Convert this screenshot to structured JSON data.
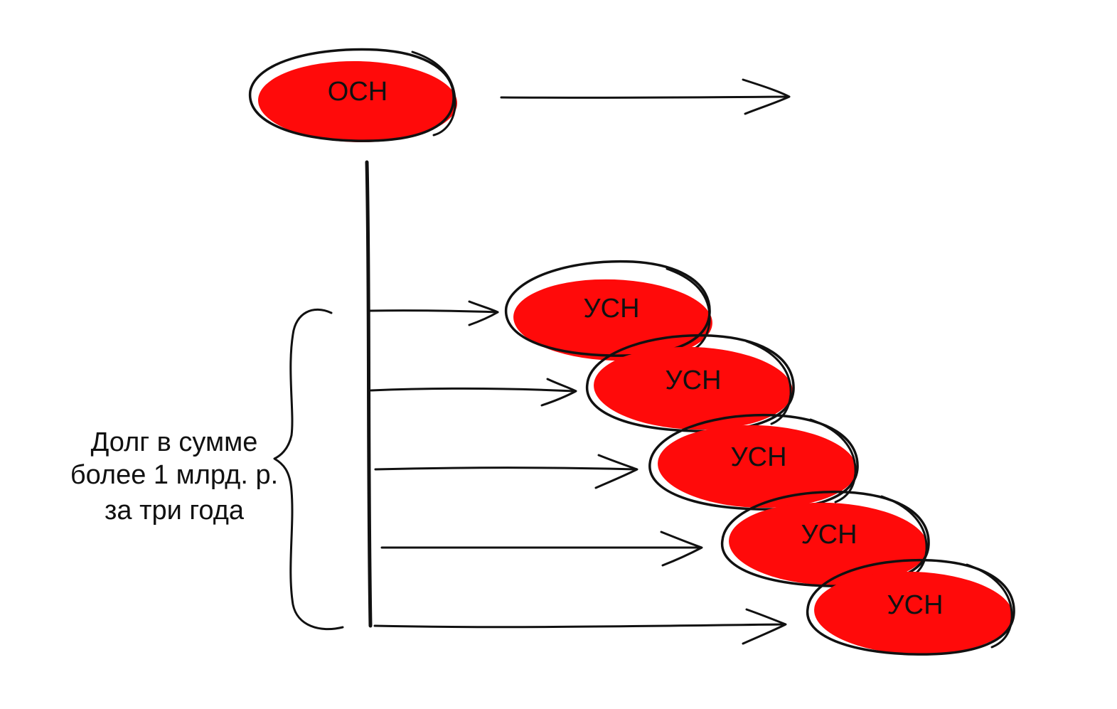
{
  "colors": {
    "node_fill": "#ff0a0a",
    "ink": "#111111",
    "background": "#ffffff"
  },
  "top_node": {
    "label": "ОСН"
  },
  "regime_nodes": [
    {
      "label": "УСН"
    },
    {
      "label": "УСН"
    },
    {
      "label": "УСН"
    },
    {
      "label": "УСН"
    },
    {
      "label": "УСН"
    }
  ],
  "annotation": {
    "lines": [
      "Долг в сумме",
      "более 1 млрд. р.",
      "за три года"
    ]
  }
}
